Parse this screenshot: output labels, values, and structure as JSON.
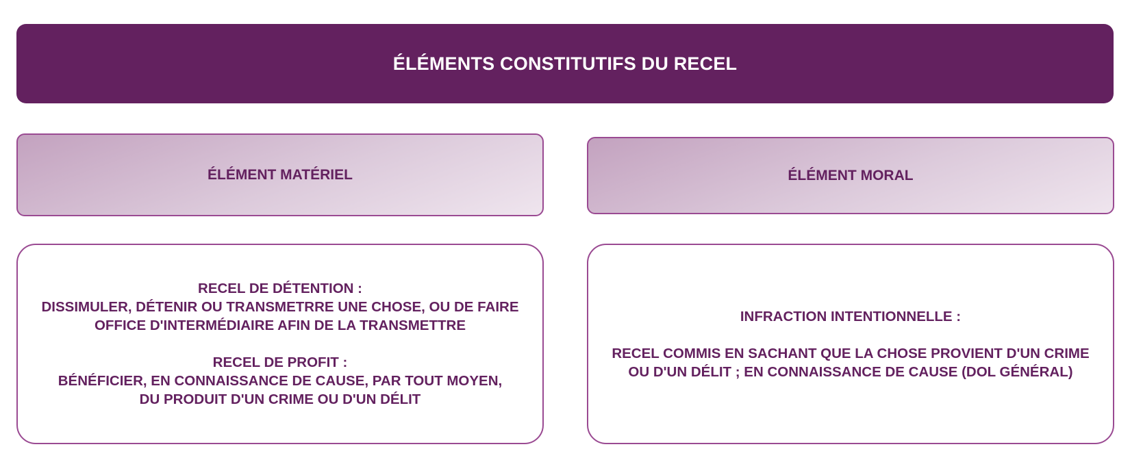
{
  "title": "ÉLÉMENTS CONSTITUTIFS DU RECEL",
  "columns": [
    {
      "heading": "ÉLÉMENT MATÉRIEL",
      "blocks": [
        {
          "label": "RECEL DE DÉTENTION :",
          "lines": [
            "DISSIMULER, DÉTENIR OU TRANSMETRRE UNE CHOSE, OU DE FAIRE",
            "OFFICE D'INTERMÉDIAIRE AFIN DE LA TRANSMETTRE"
          ]
        },
        {
          "label": "RECEL DE PROFIT :",
          "lines": [
            "BÉNÉFICIER, EN CONNAISSANCE DE CAUSE, PAR TOUT MOYEN,",
            "DU PRODUIT D'UN CRIME OU D'UN DÉLIT"
          ]
        }
      ]
    },
    {
      "heading": "ÉLÉMENT MORAL",
      "blocks": [
        {
          "label": "INFRACTION INTENTIONNELLE :",
          "lines": [
            "RECEL COMMIS EN SACHANT QUE LA CHOSE PROVIENT D'UN CRIME",
            "OU D'UN DÉLIT ; EN CONNAISSANCE DE CAUSE (DOL GÉNÉRAL)"
          ]
        }
      ]
    }
  ],
  "colors": {
    "primary": "#63215f",
    "border": "#9a4a92",
    "header_gradient_start": "#c3a2bf",
    "header_gradient_end": "#efe5ee"
  }
}
